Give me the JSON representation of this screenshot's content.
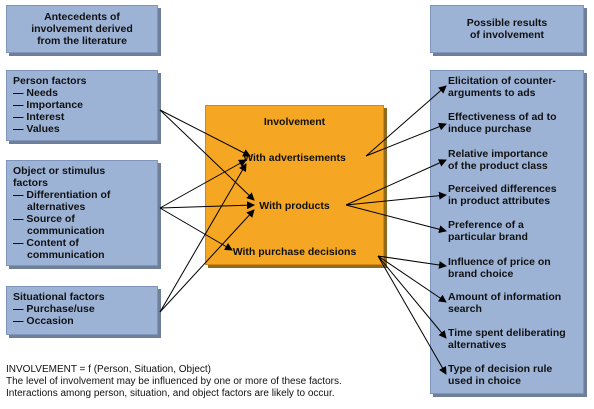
{
  "left_header": {
    "lines": [
      "Antecedents of",
      "involvement derived",
      "from the literature"
    ]
  },
  "right_header": {
    "lines": [
      "Possible results",
      "of involvement"
    ]
  },
  "person_factors": {
    "title": "Person factors",
    "items": [
      "— Needs",
      "— Importance",
      "— Interest",
      "— Values"
    ]
  },
  "object_factors": {
    "lines": [
      "Object or stimulus",
      "factors",
      "— Differentiation of",
      "alternatives",
      "— Source of",
      "communication",
      "— Content of",
      "communication"
    ]
  },
  "situational_factors": {
    "title": "Situational factors",
    "items": [
      "— Purchase/use",
      "— Occasion"
    ]
  },
  "involvement": {
    "title": "Involvement",
    "ads": "With advertisements",
    "products": "With products",
    "decisions": "With purchase decisions"
  },
  "results": [
    {
      "lines": [
        "Elicitation of counter-",
        "arguments to ads"
      ]
    },
    {
      "lines": [
        "Effectiveness of ad to",
        "induce purchase"
      ]
    },
    {
      "lines": [
        "Relative importance",
        "of the product class"
      ]
    },
    {
      "lines": [
        "Perceived differences",
        "in product attributes"
      ]
    },
    {
      "lines": [
        "Preference of a",
        "particular brand"
      ]
    },
    {
      "lines": [
        "Influence of price on",
        "brand choice"
      ]
    },
    {
      "lines": [
        "Amount of information",
        "search"
      ]
    },
    {
      "lines": [
        "Time spent deliberating",
        "alternatives"
      ]
    },
    {
      "lines": [
        "Type of decision rule",
        "used in choice"
      ]
    }
  ],
  "footer": {
    "line1": "INVOLVEMENT = f (Person, Situation, Object)",
    "line2": "The level of involvement may be influenced by one or more of these factors.",
    "line3": "Interactions among person, situation, and object factors are likely to occur."
  },
  "colors": {
    "box": "#9db3d6",
    "center": "#f5a623"
  }
}
